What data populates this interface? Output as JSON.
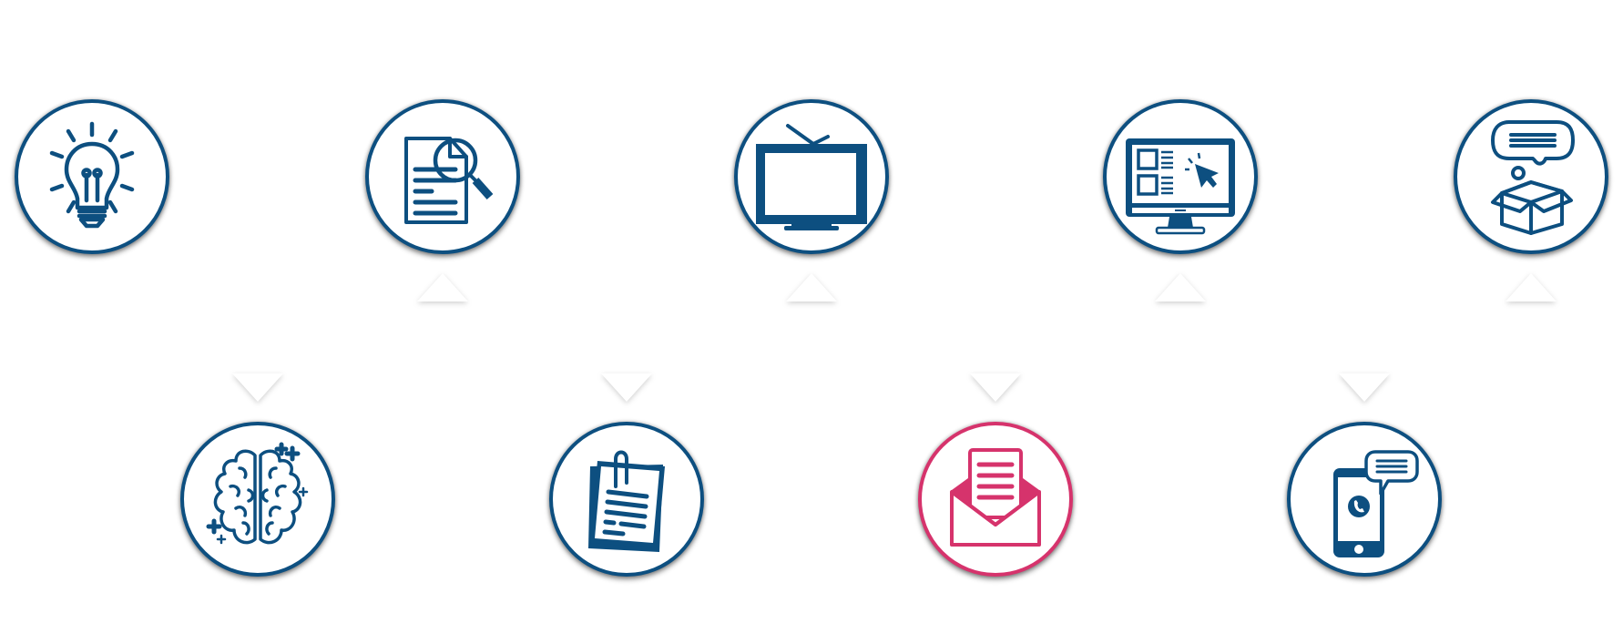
{
  "theme": {
    "primary": "#0d4f80",
    "accent": "#d6336c",
    "connector": "#ffffff"
  },
  "nodes": [
    {
      "id": "idea",
      "icon": "lightbulb-icon",
      "row": "top",
      "order": 1,
      "highlighted": false
    },
    {
      "id": "research",
      "icon": "document-search-icon",
      "row": "bottom",
      "order": 2,
      "highlighted": false
    },
    {
      "id": "brainstorm",
      "icon": "brain-icon",
      "row": "bottom",
      "order": 2,
      "highlighted": false
    },
    {
      "id": "tv",
      "icon": "television-icon",
      "row": "top",
      "order": 3,
      "highlighted": false
    },
    {
      "id": "documents",
      "icon": "clipped-documents-icon",
      "row": "bottom",
      "order": 4,
      "highlighted": false
    },
    {
      "id": "web",
      "icon": "monitor-click-icon",
      "row": "top",
      "order": 5,
      "highlighted": false
    },
    {
      "id": "email",
      "icon": "open-envelope-icon",
      "row": "bottom",
      "order": 6,
      "highlighted": true
    },
    {
      "id": "phone",
      "icon": "mobile-chat-icon",
      "row": "bottom",
      "order": 7,
      "highlighted": false
    },
    {
      "id": "delivery",
      "icon": "box-thought-icon",
      "row": "top",
      "order": 8,
      "highlighted": false
    }
  ],
  "connectors": [
    {
      "direction": "down",
      "to": "brainstorm"
    },
    {
      "direction": "up",
      "to": "research"
    },
    {
      "direction": "down",
      "to": "documents"
    },
    {
      "direction": "up",
      "to": "tv"
    },
    {
      "direction": "down",
      "to": "email"
    },
    {
      "direction": "up",
      "to": "web"
    },
    {
      "direction": "down",
      "to": "phone"
    },
    {
      "direction": "up",
      "to": "delivery"
    }
  ]
}
